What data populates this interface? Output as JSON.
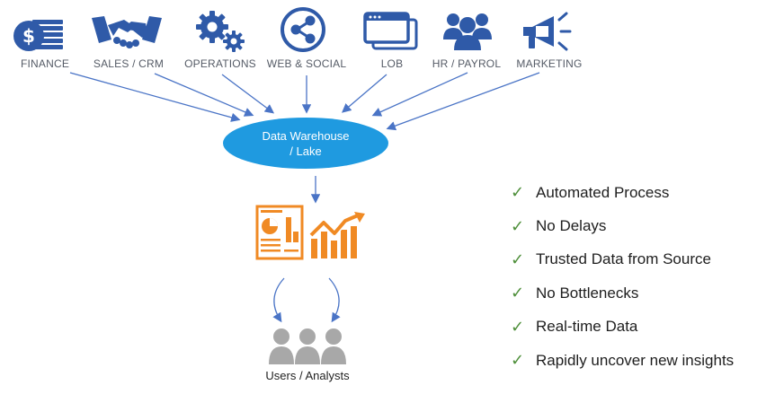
{
  "sources": [
    {
      "label": "FINANCE",
      "icon": "finance-icon"
    },
    {
      "label": "SALES / CRM",
      "icon": "handshake-icon"
    },
    {
      "label": "OPERATIONS",
      "icon": "gears-icon"
    },
    {
      "label": "WEB & SOCIAL",
      "icon": "share-icon"
    },
    {
      "label": "LOB",
      "icon": "windows-icon"
    },
    {
      "label": "HR / PAYROL",
      "icon": "people-icon"
    },
    {
      "label": "MARKETING",
      "icon": "megaphone-icon"
    }
  ],
  "warehouse": {
    "line1": "Data Warehouse",
    "line2": "/ Lake"
  },
  "analytics_icons": [
    "report-icon",
    "trend-chart-icon"
  ],
  "users_label": "Users / Analysts",
  "benefits": [
    "Automated Process",
    "No Delays",
    "Trusted Data from Source",
    "No Bottlenecks",
    "Real-time Data",
    "Rapidly uncover new insights"
  ],
  "colors": {
    "icon_blue": "#2f5aa8",
    "warehouse_blue": "#1f9ae0",
    "arrow_blue": "#4a74c6",
    "orange": "#f08a24",
    "users_gray": "#a8a8a8",
    "check_green": "#4e8f3a"
  }
}
